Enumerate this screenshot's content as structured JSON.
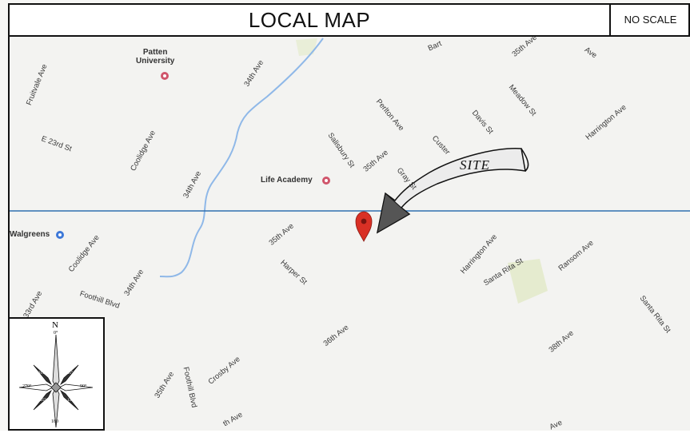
{
  "header": {
    "title": "LOCAL MAP",
    "scale_note": "NO SCALE"
  },
  "site": {
    "label": "SITE",
    "marker_color": "#d93025"
  },
  "pois": [
    {
      "name": "Patten",
      "name2": "University",
      "icon": "university-icon"
    },
    {
      "name": "Life Academy",
      "icon": "school-icon"
    },
    {
      "name": "Walgreens",
      "icon": "pharmacy-icon"
    }
  ],
  "streets": [
    "Fruitvale Ave",
    "E 23rd St",
    "Coolidge Ave",
    "34th Ave",
    "34th Ave",
    "Coolidge Ave",
    "34th Ave",
    "Foothill Blvd",
    "33rd Ave",
    "Salisbury St",
    "Perlton Ave",
    "Custer",
    "35th Ave",
    "Gray St",
    "Davis St",
    "Meadow St",
    "Harrington Ave",
    "35th Ave",
    "Harper St",
    "Harrington Ave",
    "Santa Rita St",
    "Ransom Ave",
    "Santa Rita St",
    "36th Ave",
    "38th Ave",
    "35th Ave",
    "Foothill Blvd",
    "Crosby Ave",
    "Bart",
    "35th Ave",
    "Ave",
    "th Ave",
    "Ave"
  ],
  "compass": {
    "north": "N",
    "deg0": "0°",
    "deg90": "90°",
    "deg180": "180",
    "deg270": "270°",
    "deg45": "45°",
    "deg135": "135°",
    "deg225": "225°",
    "deg315": "315°"
  },
  "colors": {
    "creek": "#8fb8e8",
    "reference_line": "#2f6fb0",
    "park": "#dfe8c8"
  }
}
